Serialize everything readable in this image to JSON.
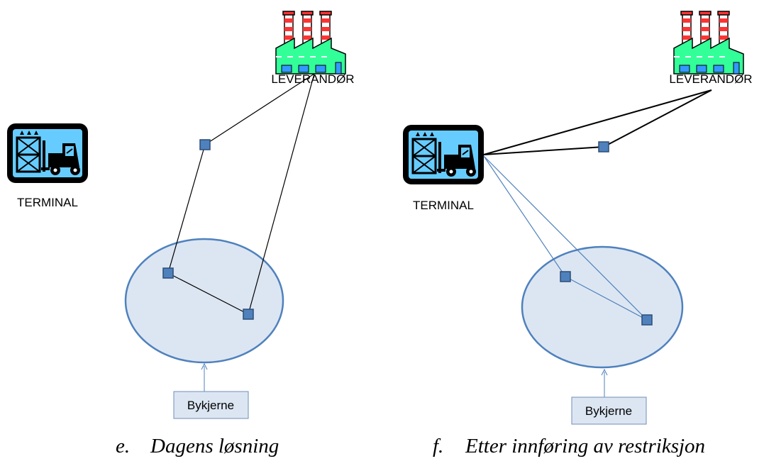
{
  "panels": [
    {
      "id": "e",
      "supplier_label": "LEVERANDØR",
      "terminal_label": "TERMINAL",
      "city_label": "Bykjerne",
      "caption_letter": "e.",
      "caption_text": "Dagens løsning"
    },
    {
      "id": "f",
      "supplier_label": "LEVERANDØR",
      "terminal_label": "TERMINAL",
      "city_label": "Bykjerne",
      "caption_letter": "f.",
      "caption_text": "Etter innføring av restriksjon"
    }
  ],
  "colors": {
    "ellipse_fill": "#dce6f2",
    "ellipse_stroke": "#4f81bd",
    "node_fill": "#4f81bd",
    "node_stroke": "#2c4d75",
    "route_black": "#000000",
    "route_blue": "#4f81bd",
    "factory_green": "#33ff99",
    "terminal_cyan": "#66ccff"
  }
}
